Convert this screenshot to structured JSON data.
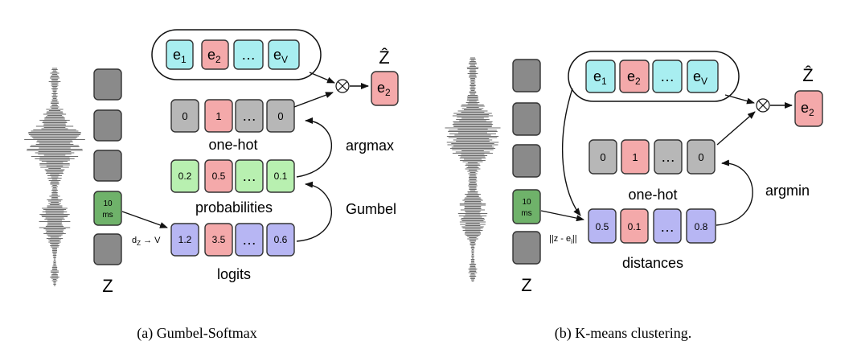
{
  "panels": [
    {
      "caption": "(a) Gumbel-Softmax",
      "z_label": "Z",
      "frame_label": "10\nms",
      "codebook": [
        "e1",
        "e2",
        "…",
        "eV"
      ],
      "output_label": "Ẑ",
      "output_value": "e2",
      "onehot": {
        "values": [
          "0",
          "1",
          "…",
          "0"
        ],
        "label": "one-hot"
      },
      "probabilities": {
        "values": [
          "0.2",
          "0.5",
          "…",
          "0.1"
        ],
        "label": "probabilities"
      },
      "logits": {
        "values": [
          "1.2",
          "3.5",
          "…",
          "0.6"
        ],
        "label": "logits"
      },
      "projection_label": "dZ → V",
      "op_upper": "argmax",
      "op_lower": "Gumbel"
    },
    {
      "caption": "(b) K-means clustering.",
      "z_label": "Z",
      "frame_label": "10\nms",
      "codebook": [
        "e1",
        "e2",
        "…",
        "eV"
      ],
      "output_label": "Ẑ",
      "output_value": "e2",
      "onehot": {
        "values": [
          "0",
          "1",
          "…",
          "0"
        ],
        "label": "one-hot"
      },
      "distances": {
        "values": [
          "0.5",
          "0.1",
          "…",
          "0.8"
        ],
        "label": "distances"
      },
      "distance_label": "||z - ei||",
      "op_upper": "argmin"
    }
  ],
  "colors": {
    "gray": "#b7b7b7",
    "gray_dark": "#8a8a8a",
    "pink": "#f4a9aa",
    "cyan": "#a8eef0",
    "green": "#b8f0b0",
    "green_dark": "#6fb26a",
    "purple": "#b7b6f3",
    "waveform": "#6d6d6d"
  }
}
